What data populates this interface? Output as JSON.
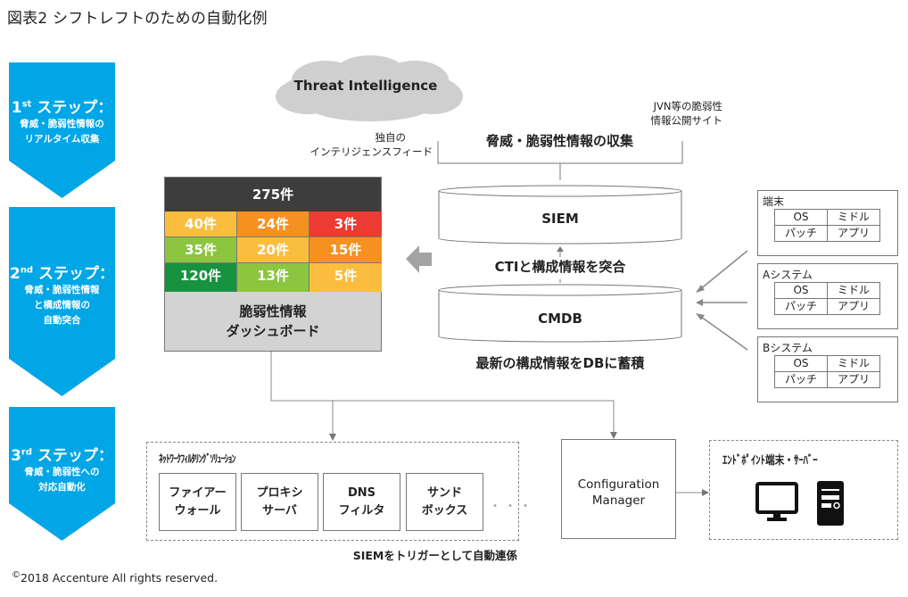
{
  "title": "図表2 シフトレフトのための自動化例",
  "steps": [
    {
      "number": "1",
      "suffix": "st",
      "label": "ステップ：",
      "lines": [
        "脅威・脆弱性情報の",
        "リアルタイム収集"
      ]
    },
    {
      "number": "2",
      "suffix": "nd",
      "label": "ステップ：",
      "lines": [
        "脅威・脆弱性情報",
        "と構成情報の",
        "自動突合"
      ]
    },
    {
      "number": "3",
      "suffix": "rd",
      "label": "ステップ：",
      "lines": [
        "脅威・脆弱性への",
        "対応自動化"
      ]
    }
  ],
  "colors": {
    "step_blue": "#00a6e6",
    "dash_header": "#3d3d3e",
    "dash_footer": "#d3d3d4",
    "yellow": "#fbbd3e",
    "orange": "#f5921f",
    "red": "#ec3b34",
    "light_green": "#8cc540",
    "dark_green": "#17923f",
    "cloud_gray": "#cfcfd0",
    "arrow_gray": "#999999"
  },
  "cloud": {
    "label": "Threat Intelligence"
  },
  "feed_label": [
    "独自の",
    "インテリジェンスフィード"
  ],
  "jvn_label": [
    "JVN等の脆弱性",
    "情報公開サイト"
  ],
  "collection_label": "脅威・脆弱性情報の収集",
  "dashboard": {
    "total": "275件",
    "cells": [
      [
        {
          "value": "40件",
          "color": "yellow"
        },
        {
          "value": "24件",
          "color": "orange"
        },
        {
          "value": "3件",
          "color": "red"
        }
      ],
      [
        {
          "value": "35件",
          "color": "light_green"
        },
        {
          "value": "20件",
          "color": "yellow"
        },
        {
          "value": "15件",
          "color": "orange"
        }
      ],
      [
        {
          "value": "120件",
          "color": "dark_green"
        },
        {
          "value": "13件",
          "color": "light_green"
        },
        {
          "value": "5件",
          "color": "yellow"
        }
      ]
    ],
    "label": [
      "脆弱性情報",
      "ダッシュボード"
    ]
  },
  "siem": {
    "label": "SIEM"
  },
  "match_label": "CTIと構成情報を突合",
  "cmdb": {
    "label": "CMDB"
  },
  "accumulate_label": "最新の構成情報をDBに蓄積",
  "systems": [
    {
      "name": "端末",
      "cells": [
        "OS",
        "ミドル",
        "パッチ",
        "アプリ"
      ]
    },
    {
      "name": "Aシステム",
      "cells": [
        "OS",
        "ミドル",
        "パッチ",
        "アプリ"
      ]
    },
    {
      "name": "Bシステム",
      "cells": [
        "OS",
        "ミドル",
        "パッチ",
        "アプリ"
      ]
    }
  ],
  "network": {
    "title": "ﾈｯﾄﾜｰｸﾌｨﾙﾀﾘﾝｸﾞｿﾘｭｰｼｮﾝ",
    "items": [
      [
        "ファイアー",
        "ウォール"
      ],
      [
        "プロキシ",
        "サーバ"
      ],
      [
        "DNS",
        "フィルタ"
      ],
      [
        "サンド",
        "ボックス"
      ]
    ],
    "ellipsis": "・・・"
  },
  "trigger_label": "SIEMをトリガーとして自動連係",
  "config_manager": [
    "Configuration",
    "Manager"
  ],
  "endpoint": {
    "title": "ｴﾝﾄﾞﾎﾟｲﾝﾄ端末・ｻｰﾊﾞｰ",
    "icons": [
      "monitor-icon",
      "server-tower-icon"
    ]
  },
  "copyright": {
    "symbol": "©",
    "text": "2018 Accenture All rights reserved."
  }
}
